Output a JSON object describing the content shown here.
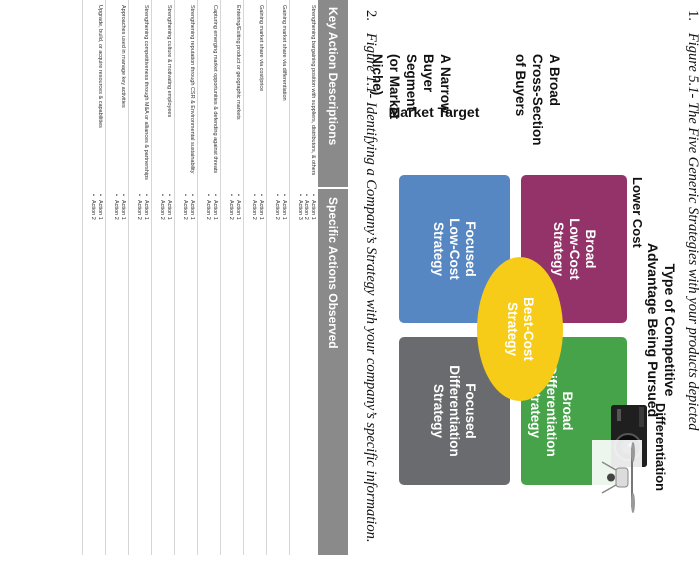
{
  "figure1": {
    "number": "1.",
    "caption": "Figure 5.1- The Five Generic Strategies with your products depicted"
  },
  "figure2": {
    "number": "2.",
    "caption": "Figure 1.1- Identifying a Company’s Strategy with your company’s specific information."
  },
  "axes": {
    "top_title": "Type of Competitive\nAdvantage Being Pursued",
    "lower_cost": "Lower Cost",
    "differentiation": "Differentiation",
    "market_target": "Market Target",
    "broad": "A Broad\nCross-Section\nof Buyers",
    "narrow": "A Narrow\nBuyer\nSegment\n(or Market\nNiche)"
  },
  "strategies": {
    "broad_low_cost": "Broad\nLow-Cost\nStrategy",
    "broad_differentiation": "Broad\nDifferentiation\nStrategy",
    "focused_low_cost": "Focused\nLow-Cost\nStrategy",
    "focused_differentiation": "Focused\nDifferentiation\nStrategy",
    "best_cost": "Best-Cost\nStrategy"
  },
  "colors": {
    "broad_low_cost": "#93336a",
    "broad_differentiation": "#46a349",
    "focused_low_cost": "#5687c2",
    "focused_differentiation": "#6a6b6e",
    "best_cost": "#f7cc18",
    "table_header": "#8a8a8a"
  },
  "product_images": [
    "action-camera",
    "camera-drone"
  ],
  "table": {
    "headers": [
      "Key Action Descriptions",
      "Specific Actions Observed"
    ],
    "rows": [
      {
        "desc": "Strengthening bargaining position with suppliers, distributors, & others",
        "actions": [
          "Action 1",
          "Action 2",
          "Action 3"
        ]
      },
      {
        "desc": "Gaining market share via differentiation",
        "actions": [
          "Action 1",
          "Action 2"
        ]
      },
      {
        "desc": "Gaining market share via cost/price",
        "actions": [
          "Action 1",
          "Action 2"
        ]
      },
      {
        "desc": "Entering/Exiting product or geographic markets",
        "actions": [
          "Action 1",
          "Action 2"
        ]
      },
      {
        "desc": "Capturing emerging market opportunities & defending against threats",
        "actions": [
          "Action 1",
          "Action 2"
        ]
      },
      {
        "desc": "Strengthening reputation through CSR & Environmental sustainability",
        "actions": [
          "Action 1",
          "Action 2"
        ]
      },
      {
        "desc": "Strengthening culture & motivating employees",
        "actions": [
          "Action 1",
          "Action 2"
        ]
      },
      {
        "desc": "Strengthening competitiveness through M&A or alliances & partnerships",
        "actions": [
          "Action 1",
          "Action 2"
        ]
      },
      {
        "desc": "Approaches used in manage key activities",
        "actions": [
          "Action 1",
          "Action 2"
        ]
      },
      {
        "desc": "Upgrade, build, or acquire resources & capabilities",
        "actions": [
          "Action 1",
          "Action 2"
        ]
      }
    ]
  }
}
